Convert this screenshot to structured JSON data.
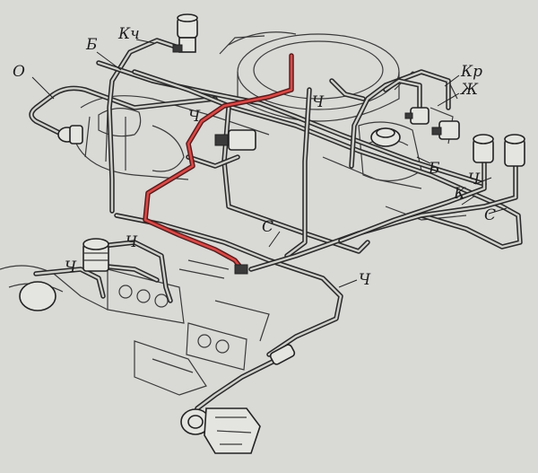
{
  "labels": {
    "o": "О",
    "b1": "Б",
    "kch": "Кч",
    "ch_top": "Ч",
    "ch_mid": "Ч",
    "kr": "Кр",
    "zh": "Ж",
    "b2": "Б",
    "ch_right": "Ч",
    "k": "К",
    "s_right": "С",
    "s_mid": "С",
    "ch_left1": "Ч",
    "ch_left2": "Ч",
    "ch_bottom": "Ч"
  },
  "colors": {
    "background": "#d9d9d6",
    "tube_outline": "#2a2a2a",
    "tube_inner": "#cfcfcb",
    "highlight_tube": "#d84a48"
  }
}
